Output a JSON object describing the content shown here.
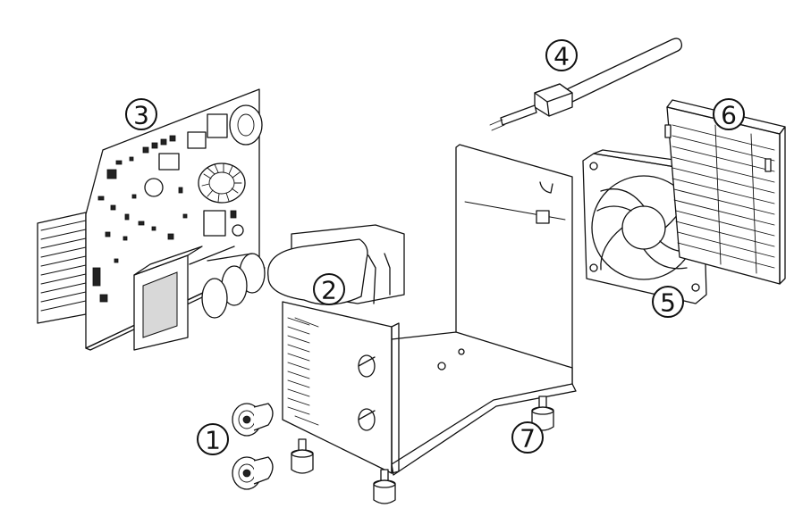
{
  "diagram": {
    "callouts": [
      {
        "id": "1",
        "label": "1"
      },
      {
        "id": "2",
        "label": "2"
      },
      {
        "id": "3",
        "label": "3"
      },
      {
        "id": "4",
        "label": "4"
      },
      {
        "id": "5",
        "label": "5"
      },
      {
        "id": "6",
        "label": "6"
      },
      {
        "id": "7",
        "label": "7"
      }
    ],
    "parts": [
      {
        "callout": "1",
        "icon": "socket-connector-icon"
      },
      {
        "callout": "2",
        "icon": "front-panel-icon"
      },
      {
        "callout": "3",
        "icon": "circuit-board-icon"
      },
      {
        "callout": "4",
        "icon": "cable-icon"
      },
      {
        "callout": "5",
        "icon": "cooling-fan-icon"
      },
      {
        "callout": "6",
        "icon": "fan-grille-icon"
      },
      {
        "callout": "7",
        "icon": "rubber-foot-icon"
      }
    ]
  }
}
